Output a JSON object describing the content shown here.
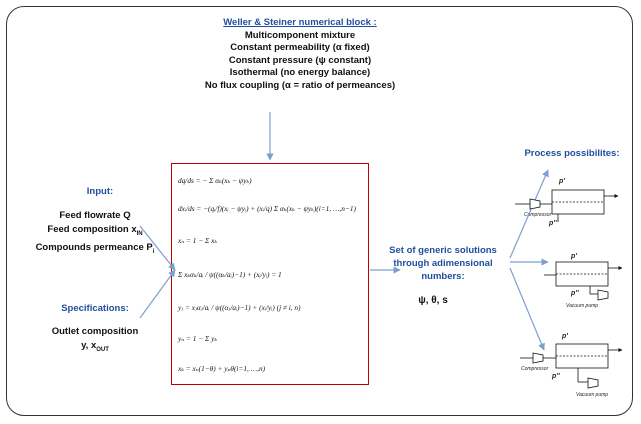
{
  "weller": {
    "title": "Weller & Steiner numerical  block :",
    "lines": [
      "Multicomponent mixture",
      "Constant permeability (α fixed)",
      "Constant pressure (ψ constant)",
      "Isothermal (no energy balance)",
      "No flux coupling (α = ratio of permeances)"
    ]
  },
  "input": {
    "title": "Input:",
    "lines": [
      "Feed flowrate Q",
      "Feed composition x",
      "Compounds permeance P"
    ],
    "subs": [
      "",
      "IN",
      "i"
    ]
  },
  "specs": {
    "title": "Specifications:",
    "line1": "Outlet composition",
    "line2": "y, x",
    "line2_sub": "OUT"
  },
  "generic": {
    "text": "Set of generic solutions through adimensional numbers:",
    "lines": [
      "Set of generic solutions",
      "through adimensional",
      "numbers:"
    ],
    "values": "ψ, θ, s"
  },
  "process": {
    "title": "Process possibilites:",
    "compressor_label": "Compressor",
    "vacuum_label": "Vacuum pump",
    "p_prime": "p'",
    "p_double": "p''"
  },
  "equations": [
    "dq/ds = − Σ αₖ(xₖ − ψyₖ)",
    "dxᵢ/ds = −(qᵢ/f)(xᵢ − ψyᵢ) + (xᵢ/q) Σ αₖ(xₖ − ψyₖ)(i=1, …,n−1)",
    "xₙ = 1 − Σ xₖ",
    "Σ xₖαₖ/aᵢ / ψ((αₖ/aᵢ)−1) + (xᵢ/yᵢ) = 1",
    "yⱼ = xⱼαⱼ/aᵢ / ψ((αⱼ/aᵢ)−1) + (xᵢ/yᵢ) (j ≠ i, n)",
    "yₙ = 1 − Σ yₖ",
    "xₖ = xₙ(1−θ) + yₚθ(i=1, …,n)"
  ],
  "colors": {
    "blue": "#1f4e9e",
    "arrow": "#7da0cf",
    "red": "#c00000"
  }
}
